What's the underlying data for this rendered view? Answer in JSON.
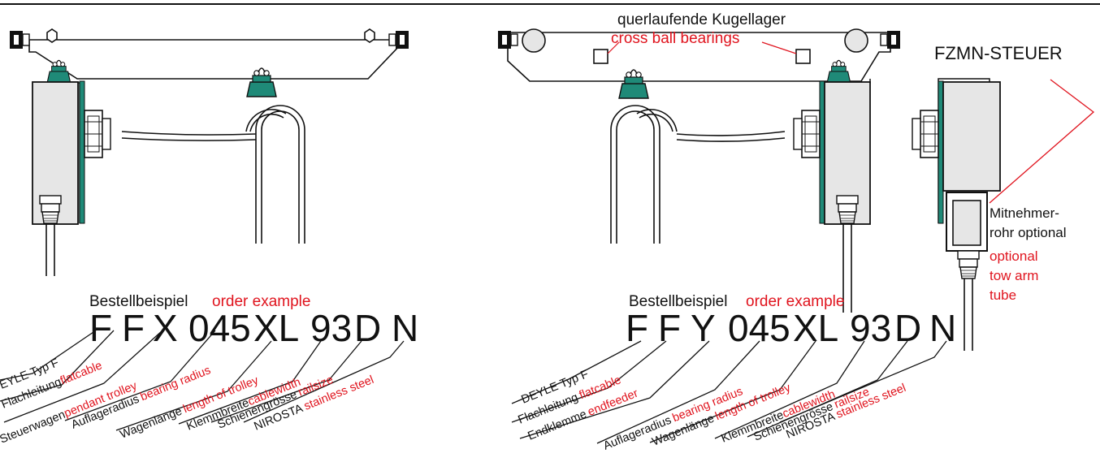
{
  "left": {
    "order_label_de": "Bestellbeispiel",
    "order_label_en": "order example",
    "code": [
      "F",
      "F",
      "X",
      "045",
      "XL",
      "93",
      "D",
      "N"
    ],
    "legend": [
      {
        "de": "DEYLE Typ F",
        "en": ""
      },
      {
        "de": "Flachleitung",
        "en": "flatcable"
      },
      {
        "de": "Steuerwagen",
        "en": "pendant trolley"
      },
      {
        "de": "Auflageradius",
        "en": "bearing radius"
      },
      {
        "de": "Wagenlänge",
        "en": "length of trolley"
      },
      {
        "de": "Klemmbreite",
        "en": "cablewidth"
      },
      {
        "de": "Schienengrösse",
        "en": "railsize"
      },
      {
        "de": "NIROSTA",
        "en": "stainless steel"
      }
    ]
  },
  "right": {
    "bearing_label_de": "querlaufende Kugellager",
    "bearing_label_en": "cross ball bearings",
    "fzmn_label": "FZMN-STEUER",
    "tube_label_de": [
      "Mitnehmer-",
      "rohr optional"
    ],
    "tube_label_en": [
      "optional",
      "tow arm",
      "tube"
    ],
    "order_label_de": "Bestellbeispiel",
    "order_label_en": "order example",
    "code": [
      "F",
      "F",
      "Y",
      "045",
      "XL",
      "93",
      "D",
      "N"
    ],
    "legend": [
      {
        "de": "DEYLE Typ F",
        "en": ""
      },
      {
        "de": "Flachleitung",
        "en": "flatcable"
      },
      {
        "de": "Endklemme",
        "en": "endfeeder"
      },
      {
        "de": "Auflageradius",
        "en": "bearing radius"
      },
      {
        "de": "Wagenlänge",
        "en": "length of trolley"
      },
      {
        "de": "Klemmbreite",
        "en": "cablewidth"
      },
      {
        "de": "Schienengrösse",
        "en": "railsize"
      },
      {
        "de": "NIROSTA",
        "en": "stainless steel"
      }
    ]
  },
  "colors": {
    "accent_red": "#e0141e",
    "teal": "#1f8a78",
    "box_grey": "#e6e6e6"
  }
}
